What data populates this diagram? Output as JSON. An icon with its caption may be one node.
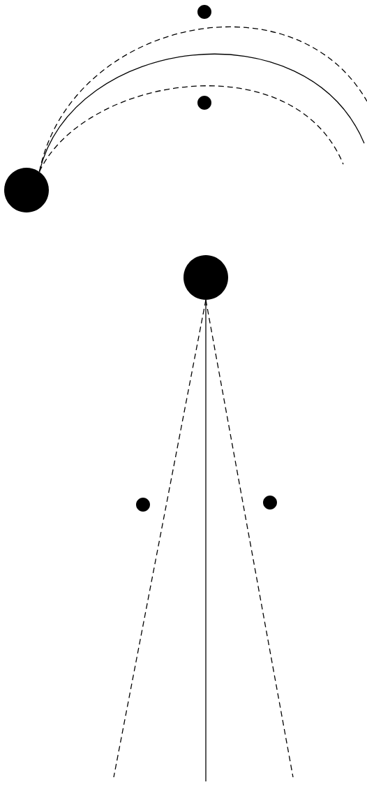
{
  "diagram": {
    "nodes": [
      {
        "text": [],
        "shape": "circle"
      },
      {
        "text": [],
        "shape": "circle"
      },
      {
        "text": [],
        "shape": "circle"
      },
      {
        "text": [],
        "shape": "circle"
      },
      {
        "text": [],
        "shape": "circle"
      },
      {
        "text": [],
        "shape": "circle"
      }
    ],
    "edges": [
      {
        "from": 0,
        "to": null,
        "arrow": "none",
        "style": "dashed"
      },
      {
        "from": 0,
        "to": null,
        "arrow": "none"
      },
      {
        "from": 0,
        "to": null,
        "arrow": "none",
        "style": "dashed"
      },
      {
        "from": 3,
        "to": null,
        "arrow": "none",
        "style": "dashed"
      },
      {
        "from": 3,
        "to": null,
        "arrow": "none"
      },
      {
        "from": 3,
        "to": null,
        "arrow": "none",
        "style": "dashed"
      }
    ]
  }
}
